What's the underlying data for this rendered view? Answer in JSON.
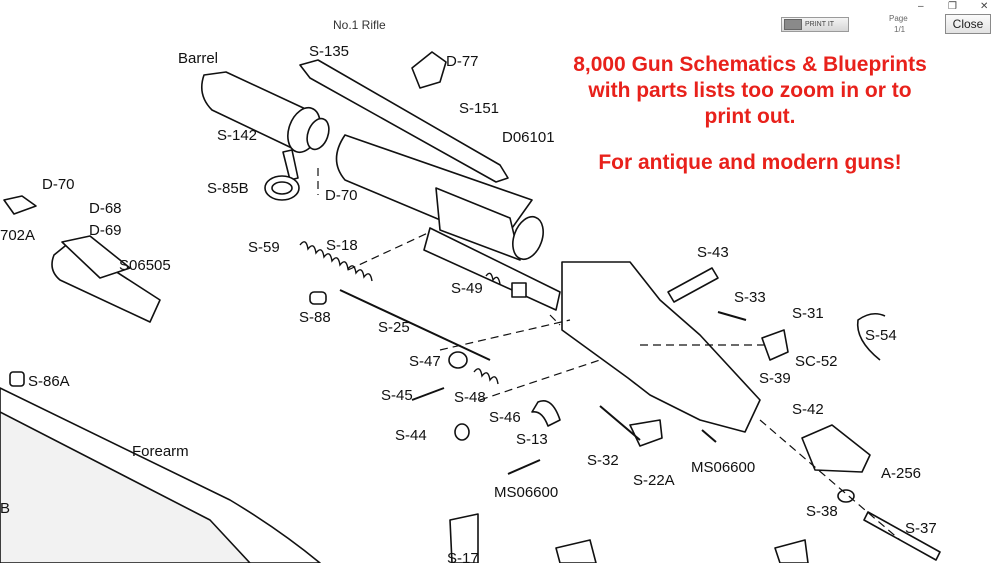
{
  "window": {
    "doc_title": "No.1 Rifle",
    "print_button": "PRINT IT",
    "page_label": "Page",
    "page_number": "1/1",
    "minimize_glyph": "–",
    "restore_glyph": "❐",
    "close_glyph": "✕",
    "close_button": "Close"
  },
  "promo": {
    "line1": "8,000 Gun Schematics & Blueprints",
    "line2": "with parts lists too zoom in or to",
    "line3": "print out.",
    "line4": "For antique and modern guns!",
    "color": "#e8211b"
  },
  "labels": {
    "barrel": "Barrel",
    "forearm": "Forearm",
    "s135": "S-135",
    "d77": "D-77",
    "s151": "S-151",
    "d06101": "D06101",
    "s142": "S-142",
    "s85b": "S-85B",
    "d70a": "D-70",
    "d70b": "D-70",
    "d68": "D-68",
    "d69": "D-69",
    "s702a": "702A",
    "s06505": "S06505",
    "s59": "S-59",
    "s18": "S-18",
    "s88": "S-88",
    "s25": "S-25",
    "s49": "S-49",
    "s43": "S-43",
    "s33": "S-33",
    "s31": "S-31",
    "s54": "S-54",
    "sc52": "SC-52",
    "s39": "S-39",
    "s86a": "S-86A",
    "s47": "S-47",
    "s45": "S-45",
    "s48": "S-48",
    "s46": "S-46",
    "s44": "S-44",
    "s13": "S-13",
    "s32": "S-32",
    "s22a": "S-22A",
    "ms06600a": "MS06600",
    "ms06600b": "MS06600",
    "s42": "S-42",
    "a256": "A-256",
    "s38": "S-38",
    "s37": "S-37",
    "s17": "S-17",
    "sb": "B"
  }
}
